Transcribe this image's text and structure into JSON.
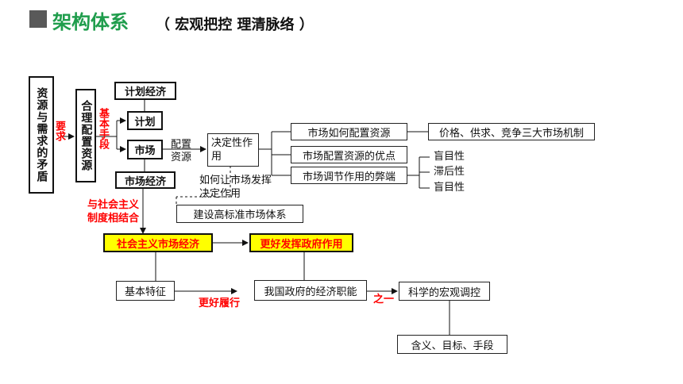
{
  "header": {
    "title": "架构体系",
    "subtitle": "（ 宏观把控 理清脉络 ）"
  },
  "diagram": {
    "root_box": "资源与需求的矛盾",
    "label_requirement": "要求",
    "rational_box": "合理配置资源",
    "label_basic_means": "基本手段",
    "planned_economy": "计划经济",
    "plan": "计划",
    "market": "市场",
    "market_economy": "市场经济",
    "allocate_resources": "配置资源",
    "decisive_role": "决定性作用",
    "how_market_decides": "如何让市场发挥决定作用",
    "build_market_system": "建设高标准市场体系",
    "market_allocation_how": "市场如何配置资源",
    "market_mechanisms": "价格、供求、竞争三大市场机制",
    "market_advantages": "市场配置资源的优点",
    "market_drawbacks": "市场调节作用的弊端",
    "drawback_1": "盲目性",
    "drawback_2": "滞后性",
    "drawback_3": "盲目性",
    "combine_label": "与社会主义制度相结合",
    "socialist_market_economy": "社会主义市场经济",
    "better_gov_role": "更好发挥政府作用",
    "basic_features": "基本特征",
    "better_fulfill": "更好履行",
    "gov_functions": "我国政府的经济职能",
    "one_of": "之一",
    "macro_control": "科学的宏观调控",
    "meaning_goals_means": "含义、目标、手段"
  }
}
